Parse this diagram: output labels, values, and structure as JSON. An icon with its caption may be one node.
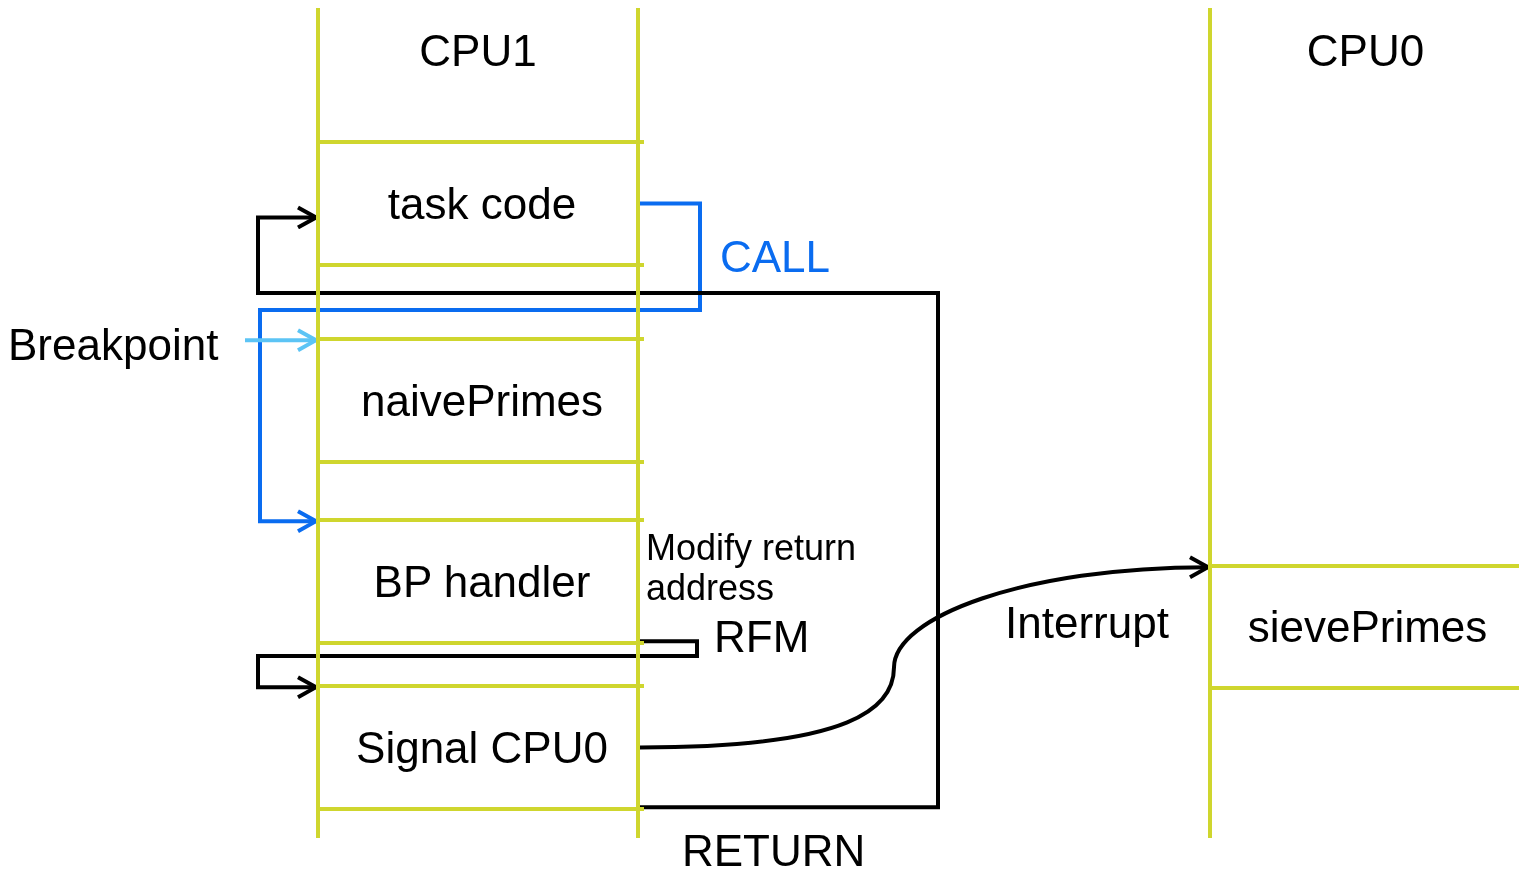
{
  "diagram": {
    "nodes": [
      {
        "text": [
          "CPU1"
        ]
      },
      {
        "text": [
          "task code"
        ],
        "in": 0
      },
      {
        "text": [
          "naivePrimes"
        ],
        "in": 0
      },
      {
        "text": [
          "BP handler"
        ],
        "in": 0,
        "beside": [
          "Modify return address"
        ]
      },
      {
        "text": [
          "Signal CPU0"
        ],
        "in": 0
      },
      {
        "text": [
          "CPU0"
        ]
      },
      {
        "text": [
          "sievePrimes"
        ],
        "in": 5
      },
      {
        "text": [
          "Breakpoint"
        ]
      }
    ],
    "edges": [
      {
        "from": 1,
        "to": 3,
        "arrow": "to",
        "label": "CALL",
        "color": "#0a6cf0"
      },
      {
        "from": 7,
        "to": 2,
        "arrow": "to",
        "color": "#5cc4f5"
      },
      {
        "from": 3,
        "to": 4,
        "arrow": "to",
        "label": "RFM"
      },
      {
        "from": 4,
        "to": 1,
        "arrow": "to",
        "label": "RETURN"
      },
      {
        "from": 4,
        "to": 6,
        "arrow": "to",
        "label": "Interrupt"
      }
    ]
  }
}
